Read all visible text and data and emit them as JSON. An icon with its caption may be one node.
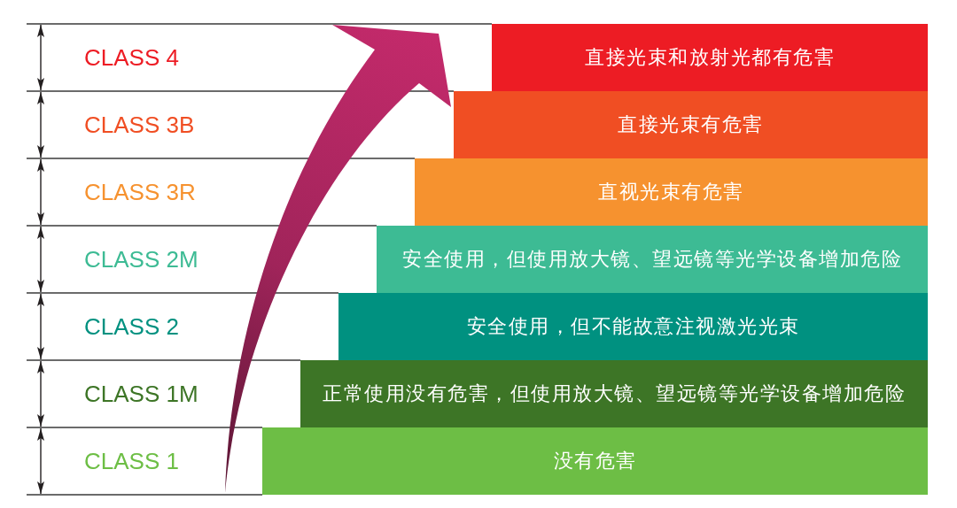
{
  "diagram": {
    "nodes": [
      {
        "text": [
          "直接光束和放射光都有危害"
        ]
      },
      {
        "text": [
          "直接光束有危害"
        ]
      },
      {
        "text": [
          "直视光束有危害"
        ]
      },
      {
        "text": [
          "安全使用，但使用放大镜、望远镜等光学设备增加危险"
        ]
      },
      {
        "text": [
          "安全使用，但不能故意注视激光光束"
        ]
      },
      {
        "text": [
          "正常使用没有危害，但使用放大镜、望远镜等光学设备增加危险"
        ]
      },
      {
        "text": [
          "没有危害"
        ]
      }
    ],
    "labels": [
      "CLASS 4",
      "CLASS 3B",
      "CLASS 3R",
      "CLASS 2M",
      "CLASS 2",
      "CLASS 1M",
      "CLASS 1"
    ]
  }
}
